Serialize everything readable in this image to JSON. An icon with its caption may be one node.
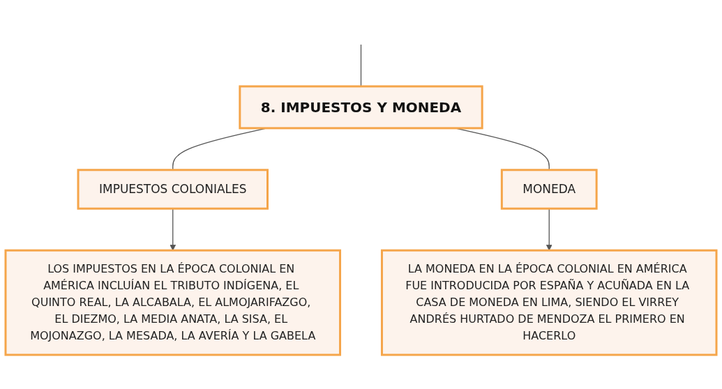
{
  "diagram": {
    "nodes": [
      {
        "text": [
          "8. IMPUESTOS Y MONEDA"
        ]
      },
      {
        "text": [
          "IMPUESTOS COLONIALES"
        ]
      },
      {
        "text": [
          "MONEDA"
        ]
      },
      {
        "text": [
          "LOS IMPUESTOS EN LA ÉPOCA COLONIAL EN AMÉRICA INCLUÍAN EL TRIBUTO INDÍGENA, EL QUINTO REAL, LA ALCABALA, EL ALMOJARIFAZGO, EL DIEZMO, LA MEDIA ANATA, LA SISA, EL MOJONAZGO, LA MESADA, LA AVERÍA Y LA GABELA"
        ]
      },
      {
        "text": [
          "LA MONEDA EN LA ÉPOCA COLONIAL EN AMÉRICA FUE INTRODUCIDA POR ESPAÑA Y ACUÑADA EN LA CASA DE MONEDA EN LIMA, SIENDO EL VIRREY ANDRÉS HURTADO DE MENDOZA EL PRIMERO EN HACERLO"
        ]
      }
    ],
    "edges": [
      {
        "from": null,
        "to": 0,
        "arrow": "none"
      },
      {
        "from": 0,
        "to": 1,
        "arrow": "none"
      },
      {
        "from": 0,
        "to": 2,
        "arrow": "none"
      },
      {
        "from": 1,
        "to": 3,
        "arrow": "to"
      },
      {
        "from": 2,
        "to": 4,
        "arrow": "to"
      }
    ]
  }
}
